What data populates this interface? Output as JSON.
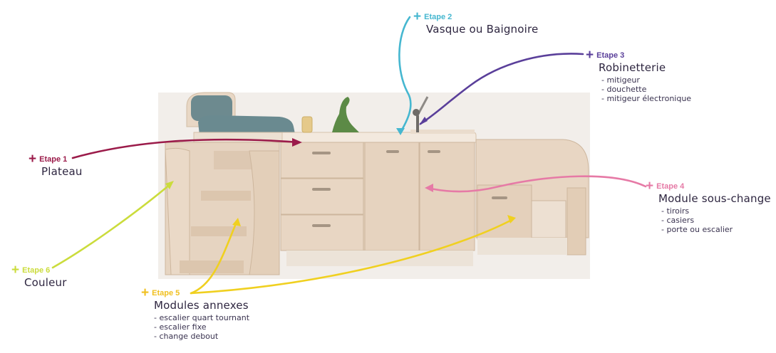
{
  "steps": [
    {
      "id": "1",
      "step": "Etape 1",
      "title": "Plateau",
      "color": "#9b1b4a",
      "items": []
    },
    {
      "id": "2",
      "step": "Etape 2",
      "title": "Vasque ou Baignoire",
      "color": "#46b7d0",
      "items": []
    },
    {
      "id": "3",
      "step": "Etape 3",
      "title": "Robinetterie",
      "color": "#5a3f9a",
      "items": [
        "mitigeur",
        "douchette",
        "mitigeur électronique"
      ]
    },
    {
      "id": "4",
      "step": "Etape 4",
      "title": "Module sous-change",
      "color": "#e67aa6",
      "items": [
        "tiroirs",
        "casiers",
        "porte ou escalier"
      ]
    },
    {
      "id": "5",
      "step": "Etape 5",
      "title": "Modules annexes",
      "color": "#f0c020",
      "items": [
        "escalier quart tournant",
        "escalier fixe",
        "change debout"
      ]
    },
    {
      "id": "6",
      "step": "Etape 6",
      "title": "Couleur",
      "color": "#cbdc3c",
      "items": []
    }
  ],
  "plus_symbol": "+",
  "icons": {
    "plus": "plus-icon"
  },
  "colors": {
    "wood": "#e8d7c5",
    "wood_dark": "#d6c0a8",
    "countertop": "#f1e6d9",
    "mat": "#6a8a90",
    "backdrop": "#efeae6"
  }
}
